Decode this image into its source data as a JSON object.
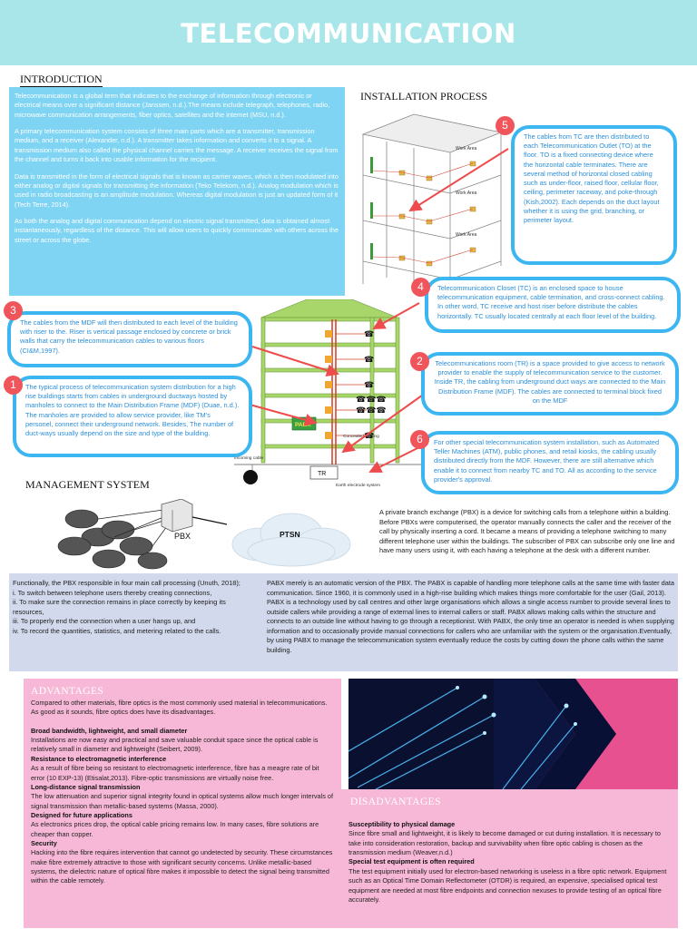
{
  "title": "TELECOMMUNICATION",
  "sections": {
    "introduction": "INTRODUCTION",
    "installation": "INSTALLATION PROCESS",
    "management": "MANAGEMENT SYSTEM",
    "advantages": "ADVANTAGES",
    "disadvantages": "DISADVANTAGES"
  },
  "intro": {
    "p1": "Telecommunication is a global term that indicates to the exchange of information through electronic or electrical means over a significant distance (Janssen, n.d.).The means include telegraph, telephones, radio, microwave communication arrangements, fiber optics, satellites and the internet (MSU, n.d.).",
    "p2": "A primary telecommunication system consists of three main parts which are a transmitter, transmission medium, and a receiver (Alexander, n.d.). A transmitter takes information and converts it to a signal. A transmission medium also called the physical channel carries the message. A receiver receives the signal from the channel and turns it back into usable information for the recipient.",
    "p3": "Data is transmitted in the form of electrical signals that is known as carrier waves, which is then modulated into either analog or digital signals for transmitting the information (Teko Telekom, n.d.). Analog modulation which is used in radio broadcasting is an amplitude modulation. Whereas digital modulation is just an updated form of it (Tech Terre, 2014).",
    "p4": "As both the analog and digital communication depend on electric signal transmitted, data is obtained almost instantaneously, regardless of the distance. This will allow users to quickly communicate with others across the street or across the globe."
  },
  "diagram_labels": {
    "work_area": "Work Area",
    "pabx": "PABX",
    "concealed_ducting": "Concealed ducting",
    "incoming_cable": "Incoming cable",
    "tr": "TR",
    "earth": "Earth electrode system",
    "pbx": "PBX",
    "ptsn": "PTSN"
  },
  "steps": [
    {
      "num": "1",
      "text": "The typical process of telecommunication system distribution for a high rise buildings starts from cables in underground ductways hosted by manholes to connect to the Main Distribution Frame (MDF) (Duae, n.d.). The manholes are provided to allow service provider, like TM's personel, connect their underground network. Besides, The number of duct-ways usually depend on the size and type of the building."
    },
    {
      "num": "2",
      "text": "Telecommunications room (TR) is a space provided to give access to network provider to enable the supply of telecommunication service to the customer. Inside TR, the cabling from underground duct ways are connected to the Main Distribution Frame (MDF). The cables are connected to terminal block fixed on the MDF"
    },
    {
      "num": "3",
      "text": "The cables from the MDF will then distributed to each level of the building with riser to the. Riser is vertical passage enclosed by concrete or brick walls that carry the telecommunication cables to various floors (CI&M,1997)."
    },
    {
      "num": "4",
      "text": "Telecommunication Closet (TC) is an enclosed space to house telecommunication equipment, cable termination, and cross-connect cabling. In other word, TC receive and host riser before distribute the cables horizontally. TC usually located centrally at each floor level of the building."
    },
    {
      "num": "5",
      "text": "The cables from TC are then distributed to each Telecommunication Outlet (TO) at the floor. TO is a fixed connecting device where the horizontal cable terminates. There are several method of horizontal closed cabling such as under-floor, raised floor, cellular floor, ceiling, perimeter raceway, and poke-through (Kish,2002). Each depends on the duct layout whether it is using the grid, branching, or perimeter layout."
    },
    {
      "num": "6",
      "text": "For other special telecommunication system installation, such as Automated Teller Machines (ATM), public phones, and retail kiosks, the cabling usually distributed directly from the MDF. However, there are still alternative which enable it to connect from nearby TC and TO. All as according to the service provider's approval."
    }
  ],
  "management": {
    "pbx_text": "A private branch exchange (PBX) is a device for switching calls from a telephone within a building. Before PBXs were computerised, the operator manually connects the caller and the receiver of the call by physically inserting a cord. It became a means of providing a telephone switching to many different telephone user within the buildings. The subscriber of PBX can subscribe only one line and have many users using it, with each having a telephone at the desk with a different number.",
    "functions": "Functionally, the PBX responsible in four main call processing (Unuth, 2018);\ni. To switch between telephone users thereby creating connections,\nii. To make sure the connection remains in place correctly by keeping its resources,\niii. To properly end the connection when a user hangs up, and\niv. To record the quantities, statistics, and metering related to the calls.",
    "pabx_text": "PABX merely is an automatic version of the PBX. The PABX is capable of handling more telephone calls at the same time with faster data communication. Since 1960, it is commonly used in a high-rise building which makes things more comfortable for the user (Gail, 2013). PABX is a technology used by call centres and other large organisations which allows a single access number to provide several lines to outside callers while providing a range of external lines to internal callers or staff. PABX allows making calls within the structure and connects to an outside line without having to go through a receptionist. With PABX, the only time an operator is needed is when supplying information and to occasionally provide manual connections for callers who are unfamiliar with the system or the organisation.Eventually, by using PABX to manage the telecommunication system eventually reduce the costs by cutting down the phone calls within the same building."
  },
  "advantages": {
    "intro": "Compared to other materials, fibre optics is the most commonly used material in telecommunications. As good as it sounds, fibre optics does have its disadvantages.",
    "items": [
      {
        "heading": "Broad bandwidth, lightweight, and small diameter",
        "text": "Installations are now easy and practical and save valuable conduit space since the optical cable is relatively small in diameter and lightweight (Seibert, 2009)."
      },
      {
        "heading": "Resistance to electromagnetic interference",
        "text": "As a result of fibre being so resistant to electromagnetic interference, fibre has a meagre rate of bit error (10 EXP-13) (Etisalat,2013). Fibre-optic transmissions are virtually noise free."
      },
      {
        "heading": "Long-distance signal transmission",
        "text": "The low attenuation and superior signal integrity found in optical systems allow much longer intervals of signal transmission than metallic-based systems (Massa, 2000)."
      },
      {
        "heading": "Designed for future applications",
        "text": "As electronics prices drop, the optical cable pricing remains low. In many cases, fibre solutions are cheaper than copper."
      },
      {
        "heading": "Security",
        "text": "Hacking into the fibre requires intervention that cannot go undetected by security. These circumstances make fibre extremely attractive to those with significant security concerns. Unlike metallic-based systems, the dielectric nature of optical fibre makes it impossible to detect the signal being transmitted within the cable remotely."
      }
    ]
  },
  "disadvantages": {
    "items": [
      {
        "heading": "Susceptibility to physical damage",
        "text": "Since fibre small and lightweight, it is likely to become damaged or cut during installation. It is necessary to take into consideration restoration, backup and survivability when fibre optic cabling is chosen as the transmission medium (Weaver,n.d.)"
      },
      {
        "heading": "Special test equipment is often required",
        "text": "The test equipment initially used for electron-based networking is useless in a fibre optic network. Equipment such as an Optical Time Domain Reflectometer (OTDR) is required, an expensive, specialised optical test equipment are needed at most fibre endpoints and connection nexuses to provide testing of an optical fibre accurately."
      }
    ]
  },
  "colors": {
    "header": "#a8e6ea",
    "intro_box": "#7fd4f3",
    "callout_border": "#3bb6f1",
    "callout_text": "#2a8ed8",
    "step_badge": "#f0555b",
    "pink_panel": "#f7b8d7",
    "mgmt_band": "#d2d9ec"
  }
}
